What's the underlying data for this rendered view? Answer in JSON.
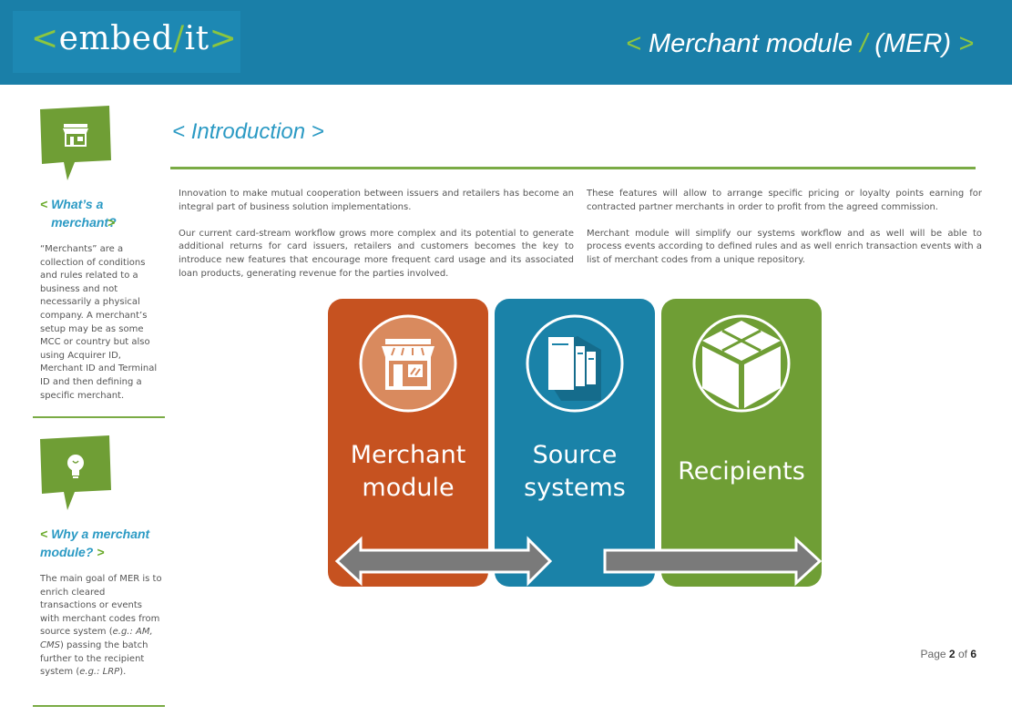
{
  "header": {
    "logo_left": "<embed",
    "logo_slash": "/",
    "logo_right": "it",
    "logo_end": ">",
    "title_open": "<",
    "title_main": "Merchant module",
    "title_slash": "/",
    "title_code": "(MER)",
    "title_close": ">"
  },
  "sidebar": {
    "section1": {
      "icon": "store-icon",
      "heading_open": "<",
      "heading_text": "What’s a merchant?",
      "heading_close": ">",
      "body": "“Merchants” are a collection of conditions and rules related to a business and not necessarily a physical company. A merchant’s setup may be as some MCC or country but also using Acquirer ID, Merchant ID and Terminal ID and then defining a specific merchant."
    },
    "section2": {
      "icon": "lightbulb-icon",
      "heading_open": "<",
      "heading_text": "Why a merchant module?",
      "heading_close": ">",
      "body_pre": "The main goal of MER is to enrich cleared transactions or events with merchant codes from source system (",
      "body_eg1": "e.g.: AM, CMS",
      "body_mid": ") passing the batch further to the recipient system (",
      "body_eg2": "e.g.: LRP",
      "body_post": ")."
    }
  },
  "main": {
    "title_open": "<",
    "title_text": "Introduction",
    "title_close": ">",
    "col1": [
      "Innovation to make mutual cooperation between issuers and retailers has become an integral part of business solution implementations.",
      "Our current card-stream workflow grows more complex and its potential to generate additional returns for card issuers, retailers and customers becomes the key to introduce new features that encourage more frequent card usage and its associated loan products, generating revenue for the parties involved."
    ],
    "col2": [
      "These features will allow to arrange specific pricing or loyalty points earning for contracted partner merchants in order to profit from the agreed commission.",
      "Merchant module will simplify our systems workflow and as well will be able to process events according to defined rules and as well enrich transaction events with a list of merchant codes from a unique repository."
    ]
  },
  "diagram": {
    "boxes": [
      {
        "line1": "Merchant",
        "line2": "module",
        "color": "#c65220",
        "icon": "storefront-icon"
      },
      {
        "line1": "Source",
        "line2": "systems",
        "color": "#1a82a8",
        "icon": "servers-icon"
      },
      {
        "line1": "Recipients",
        "line2": "",
        "color": "#6f9e35",
        "icon": "package-icon"
      }
    ],
    "arrow_color": "#7a7a7a"
  },
  "footer": {
    "page_prefix": "Page",
    "page_current": "2",
    "page_of": "of",
    "page_total": "6"
  }
}
